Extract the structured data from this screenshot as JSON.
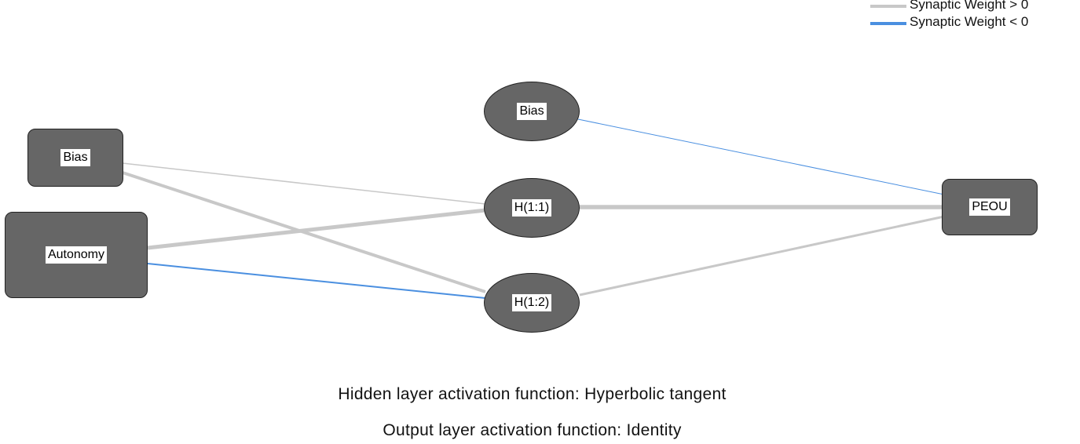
{
  "legend": {
    "positive": {
      "label": "Synaptic Weight > 0",
      "color": "#c8c8c8"
    },
    "negative": {
      "label": "Synaptic Weight < 0",
      "color": "#4a8fe0"
    }
  },
  "nodes": {
    "input_bias": "Bias",
    "autonomy": "Autonomy",
    "hidden_bias": "Bias",
    "h11": "H(1:1)",
    "h12": "H(1:2)",
    "peou": "PEOU"
  },
  "connections": [
    {
      "from": "Bias",
      "to": "H(1:1)",
      "sign": "positive"
    },
    {
      "from": "Bias",
      "to": "H(1:2)",
      "sign": "positive"
    },
    {
      "from": "Autonomy",
      "to": "H(1:1)",
      "sign": "positive"
    },
    {
      "from": "Autonomy",
      "to": "H(1:2)",
      "sign": "negative"
    },
    {
      "from": "Bias (hidden)",
      "to": "PEOU",
      "sign": "negative"
    },
    {
      "from": "H(1:1)",
      "to": "PEOU",
      "sign": "positive"
    },
    {
      "from": "H(1:2)",
      "to": "PEOU",
      "sign": "positive"
    }
  ],
  "footer": {
    "hidden_activation": "Hidden layer activation function: Hyperbolic tangent",
    "output_activation": "Output layer activation function: Identity"
  }
}
